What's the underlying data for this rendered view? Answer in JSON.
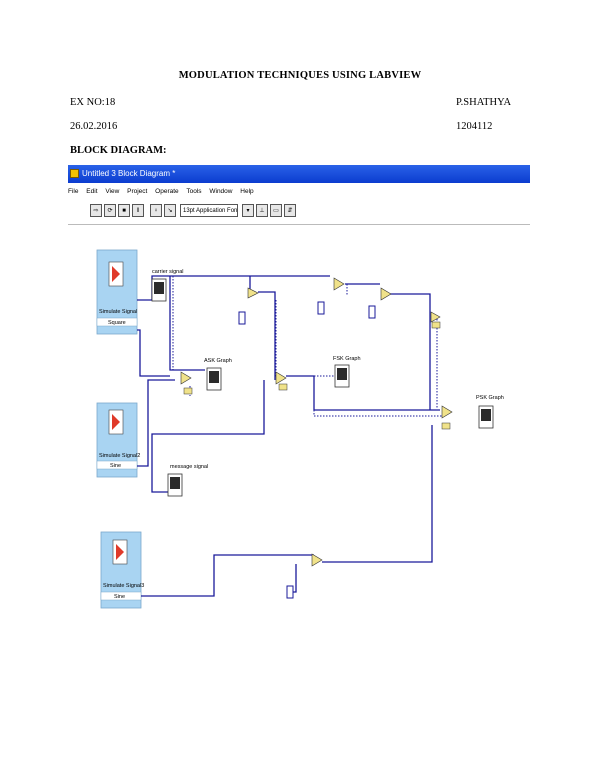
{
  "document": {
    "title": "MODULATION TECHNIQUES USING LABVIEW",
    "ex_no": "EX NO:18",
    "author": "P.SHATHYA",
    "date": "26.02.2016",
    "roll_no": "1204112",
    "section_heading": "BLOCK DIAGRAM:"
  },
  "window": {
    "title": "Untitled 3 Block Diagram *",
    "menu": [
      "File",
      "Edit",
      "View",
      "Project",
      "Operate",
      "Tools",
      "Window",
      "Help"
    ],
    "font_setting": "13pt Application Font"
  },
  "diagram": {
    "blocks": [
      {
        "label": "Simulate Signal",
        "sublabel": "Square"
      },
      {
        "label": "Simulate Signal2",
        "sublabel": "Sine"
      },
      {
        "label": "Simulate Signal3",
        "sublabel": "Sine"
      }
    ],
    "indicators": [
      "carrier signal",
      "FSK Graph",
      "ASK Graph",
      "PSK Graph",
      "message signal"
    ]
  },
  "colors": {
    "titlebar": "#0b3ccf",
    "wire": "#1a1a9a",
    "block_bg": "#a9d4f2",
    "node": "#f0e28a"
  }
}
